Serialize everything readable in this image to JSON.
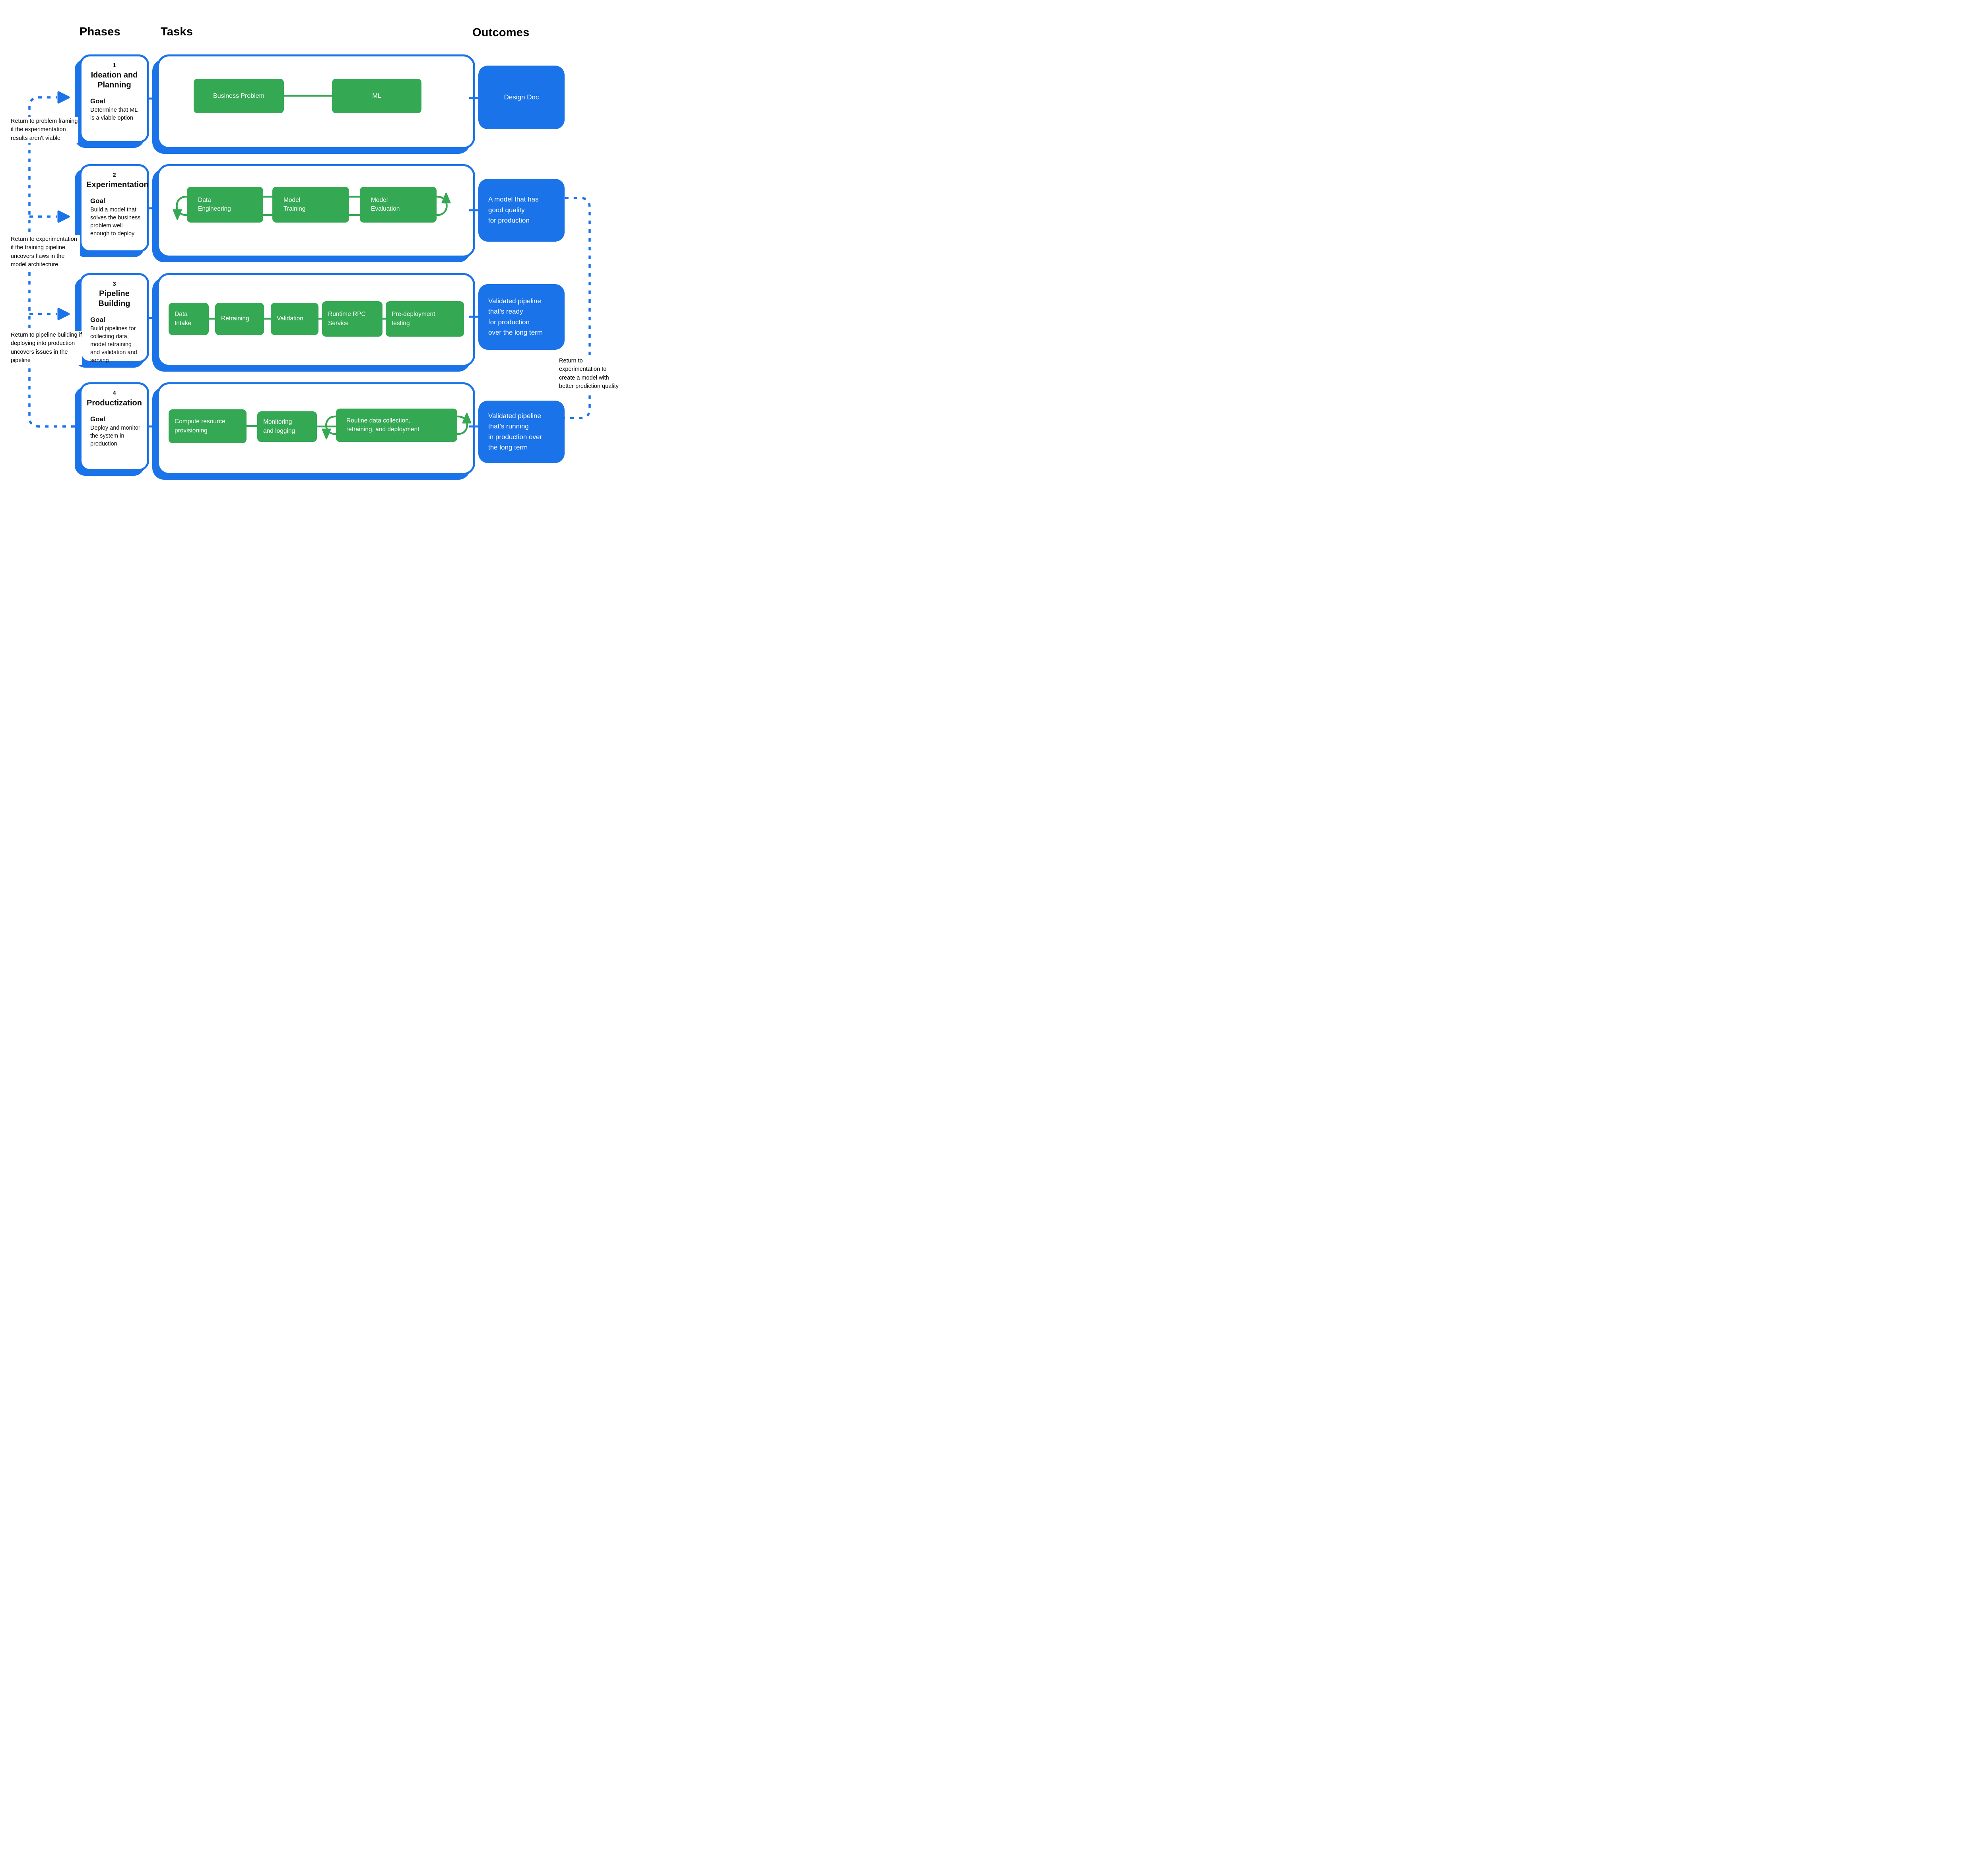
{
  "header": {
    "phases": "Phases",
    "tasks": "Tasks",
    "outcomes": "Outcomes"
  },
  "colors": {
    "accent_blue": "#1A73E8",
    "accent_green": "#34A853",
    "text": "#000000"
  },
  "phases": [
    {
      "number": "1",
      "title": "Ideation and Planning",
      "goal_label": "Goal",
      "goal": "Determine that ML is a viable option",
      "tasks": [
        "Business Problem",
        "ML"
      ],
      "outcome": "Design Doc"
    },
    {
      "number": "2",
      "title": "Experimentation",
      "goal_label": "Goal",
      "goal": "Build a model that solves the business problem well enough to deploy",
      "tasks": [
        "Data\nEngineering",
        "Model\nTraining",
        "Model\nEvaluation"
      ],
      "outcome": "A model that has\ngood quality\nfor production"
    },
    {
      "number": "3",
      "title": "Pipeline Building",
      "goal_label": "Goal",
      "goal": "Build pipelines for collecting data, model retraining and validation and serving",
      "tasks": [
        "Data\nIntake",
        "Retraining",
        "Validation",
        "Runtime RPC\nService",
        "Pre-deployment\ntesting"
      ],
      "outcome": "Validated pipeline\nthat’s ready\nfor production\nover the long term"
    },
    {
      "number": "4",
      "title": "Productization",
      "goal_label": "Goal",
      "goal": "Deploy and monitor the system in production",
      "tasks": [
        "Compute resource\nprovisioning",
        "Monitoring\nand logging",
        "Routine data collection,\nretraining, and deployment"
      ],
      "outcome": "Validated pipeline\nthat’s running\nin production over\nthe long term"
    }
  ],
  "annotations": {
    "return_problem_framing": "Return to problem framing if the experimentation results aren’t viable",
    "return_experimentation": "Return to experimentation if the training pipeline uncovers flaws in the model architecture",
    "return_pipeline_building": "Return to pipeline building if deploying into production uncovers issues in the pipeline",
    "return_experimentation_quality": "Return to experimentation to create a model with better prediction quality"
  }
}
